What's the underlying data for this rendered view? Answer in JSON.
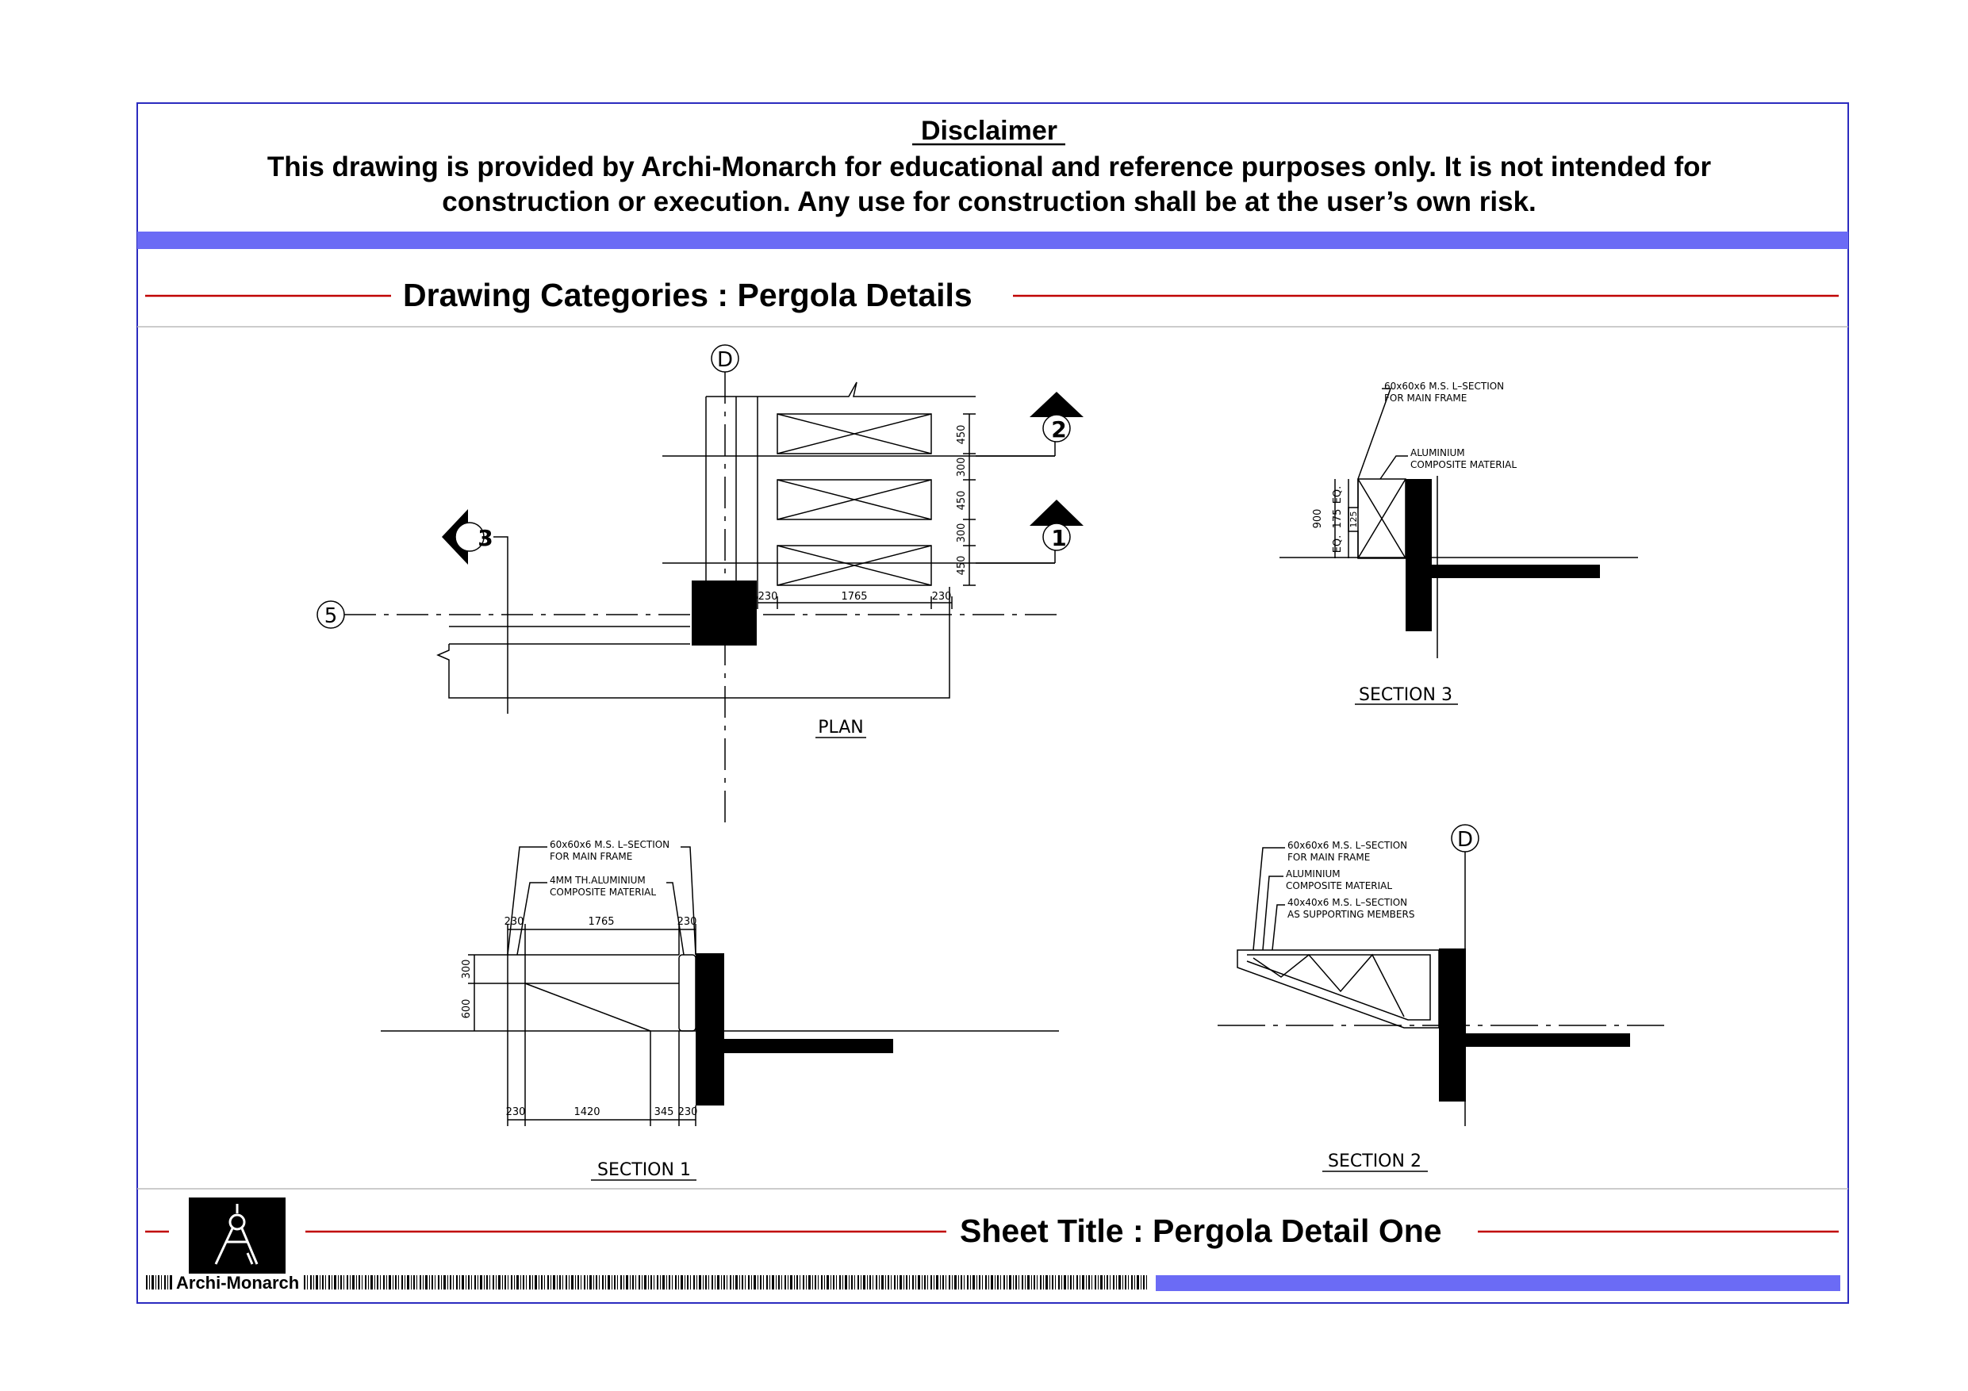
{
  "disclaimer": {
    "title": "Disclaimer",
    "line1": "This drawing is provided by Archi-Monarch for educational and reference purposes only. It is not intended for",
    "line2": "construction or execution. Any use for construction shall be at the user’s own risk."
  },
  "category": {
    "text": "Drawing Categories : Pergola Details"
  },
  "footer": {
    "sheet_title": "Sheet Title : Pergola Detail One",
    "brand": "Archi-Monarch"
  },
  "colors": {
    "border": "#2b2bbf",
    "accent_bar": "#6b6bf5",
    "red_rule": "#c00000"
  },
  "plan": {
    "title": "PLAN",
    "grid_d": "D",
    "grid_5": "5",
    "marker_1": "1",
    "marker_2": "2",
    "marker_3": "3",
    "dim_left": "230",
    "dim_mid": "1765",
    "dim_right": "230",
    "dim_v1": "450",
    "dim_v2": "300",
    "dim_v3": "450",
    "dim_v4": "300",
    "dim_v5": "450"
  },
  "section3": {
    "title": "SECTION  3",
    "note1_l1": "60x60x6  M.S.  L–SECTION",
    "note1_l2": "FOR  MAIN  FRAME",
    "note2_l1": "ALUMINIUM",
    "note2_l2": "COMPOSITE  MATERIAL",
    "dim_900": "900",
    "dim_eq1": "EQ.",
    "dim_175": "175",
    "dim_eq2": "EQ.",
    "dim_125": "125"
  },
  "section1": {
    "title": "SECTION  1",
    "note1_l1": "60x60x6  M.S.  L–SECTION",
    "note1_l2": "FOR  MAIN  FRAME",
    "note2_l1": "4MM  TH.ALUMINIUM",
    "note2_l2": "COMPOSITE  MATERIAL",
    "top_left": "230",
    "top_mid": "1765",
    "top_right": "230",
    "side_300": "300",
    "side_600": "600",
    "bot_230a": "230",
    "bot_1420": "1420",
    "bot_345": "345",
    "bot_230b": "230"
  },
  "section2": {
    "title": "SECTION  2",
    "grid_d": "D",
    "note1_l1": "60x60x6  M.S.  L–SECTION",
    "note1_l2": "FOR  MAIN  FRAME",
    "note2_l1": "ALUMINIUM",
    "note2_l2": "COMPOSITE  MATERIAL",
    "note3_l1": "40x40x6  M.S.  L–SECTION",
    "note3_l2": "AS  SUPPORTING  MEMBERS"
  }
}
